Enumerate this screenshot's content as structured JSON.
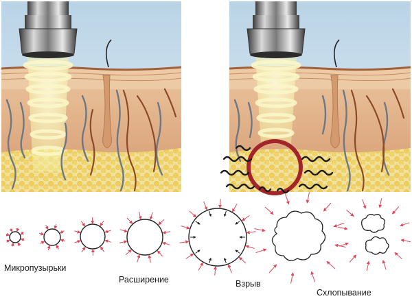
{
  "stages": [
    {
      "id": "micro",
      "label": "Микропузырьки"
    },
    {
      "id": "expand",
      "label": "Расширение"
    },
    {
      "id": "burst",
      "label": "Взрыв"
    },
    {
      "id": "collapse",
      "label": "Схлопывание"
    }
  ],
  "colors": {
    "sky": "#cfe0ec",
    "skin_top": "#e9c8a6",
    "dermis": "#e3b48c",
    "fat": "#efd97a",
    "fat_bg": "#f3e6ad",
    "beam": "#f8f4c2",
    "vein_gray": "#6e7a86",
    "vein_brown": "#8a4a2a",
    "ring_red": "#a3252c",
    "arrow_red": "#e0485a",
    "bubble_stroke": "#222222"
  },
  "icons": [
    "ultrasound-probe-icon",
    "hair-icon",
    "red-ring-icon",
    "black-wave-icon",
    "arrow-icon"
  ]
}
